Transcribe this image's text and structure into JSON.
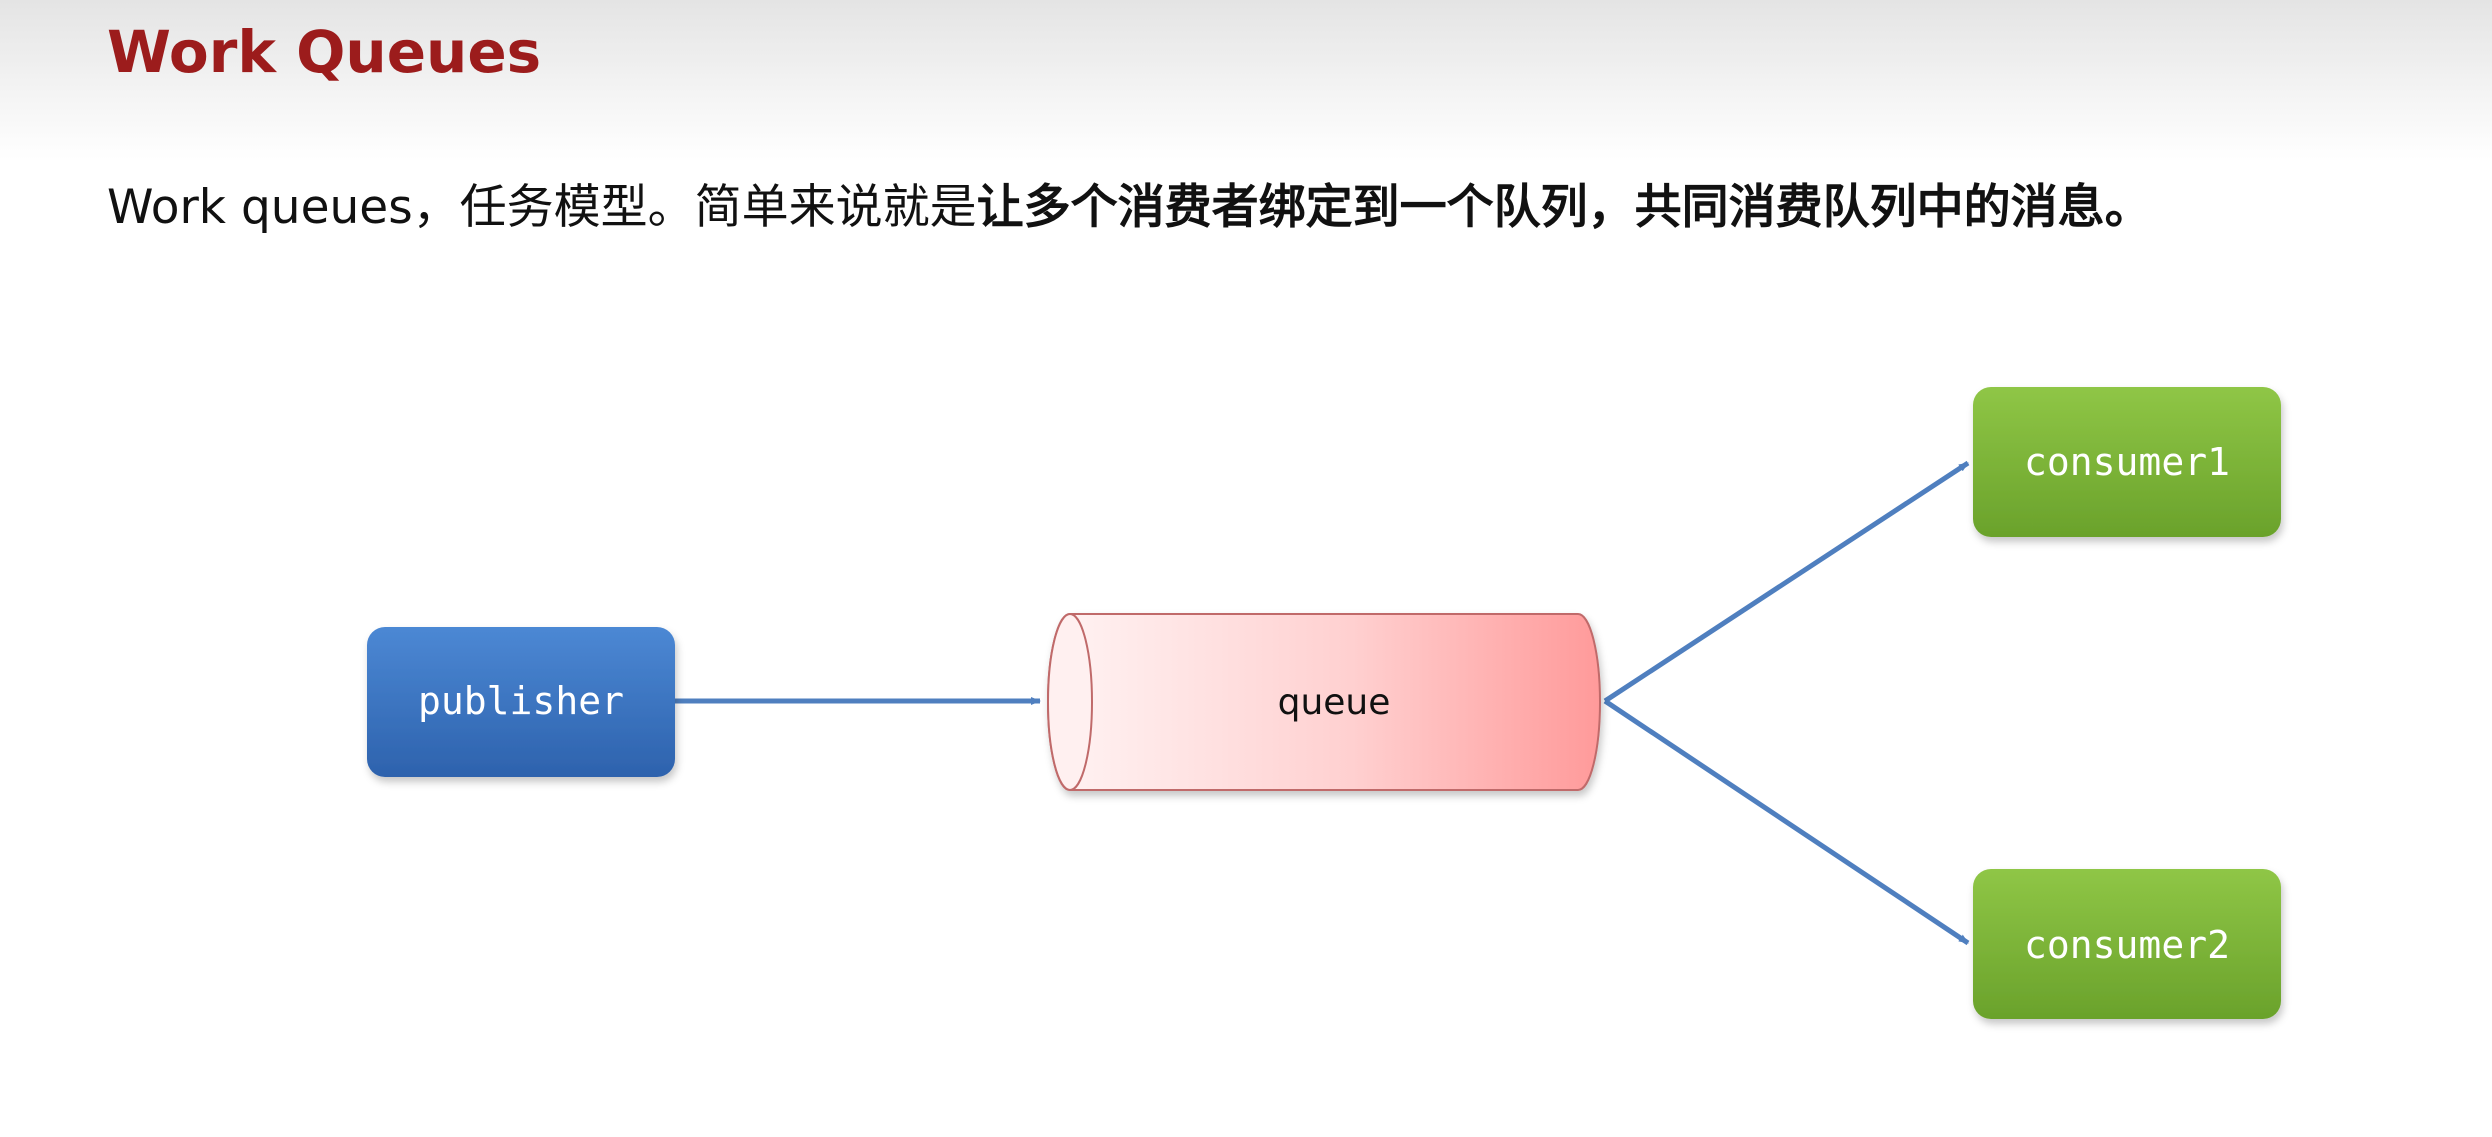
{
  "page": {
    "title": "Work Queues",
    "description": {
      "normal": "Work queues，任务模型。简单来说就是",
      "bold": "让多个消费者绑定到一个队列，共同消费队列中的消息。"
    }
  },
  "diagram": {
    "publisher": {
      "label": "publisher"
    },
    "queue": {
      "label": "queue"
    },
    "consumers": [
      {
        "label": "consumer1"
      },
      {
        "label": "consumer2"
      }
    ]
  },
  "colors": {
    "title": "#9c1c1c",
    "publisher": "#3a74c2",
    "consumer": "#7eb83a",
    "queue": "#ff9a9a",
    "arrow": "#4f7fbf"
  }
}
